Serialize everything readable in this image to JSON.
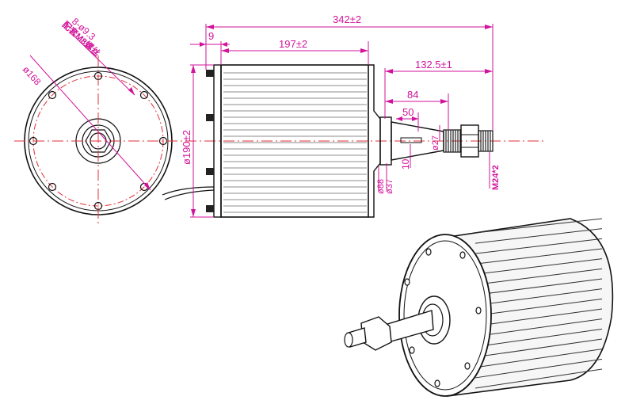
{
  "colors": {
    "dimension": "#d2139b",
    "centerline": "#e0303a",
    "ink": "#111111"
  },
  "dimensions": {
    "overall_length": "342±2",
    "flange_offset": "9",
    "body_length": "197±2",
    "shaft_length": "132.5±1",
    "shaft_step_84": "84",
    "shaft_step_50": "50",
    "shaft_dia_27": "ø27",
    "key_width": "10",
    "body_dia": "ø190±2",
    "hub_dia_88": "ø88",
    "hub_dia_37": "ø37",
    "thread": "M24*2",
    "front_pcd": "ø168",
    "holes_spec": "8-ø9.3",
    "holes_note": "配套M8螺丝"
  }
}
